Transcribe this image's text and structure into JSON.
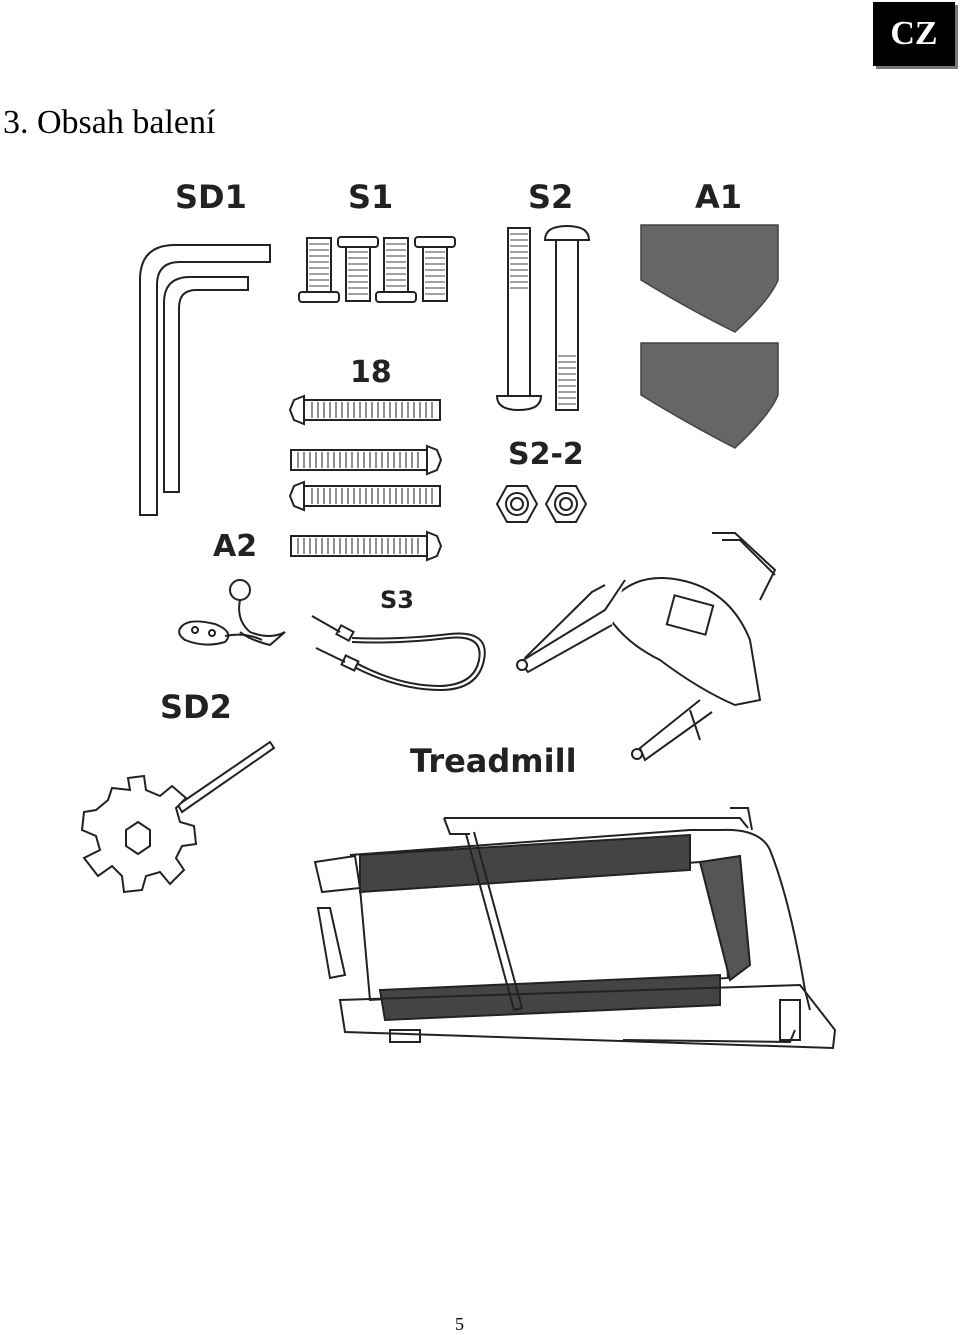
{
  "header": {
    "lang_badge": "CZ"
  },
  "page": {
    "title": "3. Obsah balení",
    "number": "5"
  },
  "parts": {
    "sd1": "SD1",
    "s1": "S1",
    "s2": "S2",
    "a1": "A1",
    "b18": "18",
    "s2_2": "S2-2",
    "a2": "A2",
    "s3": "S3",
    "sd2": "SD2",
    "treadmill": "Treadmill"
  },
  "colors": {
    "plate": "#666666",
    "ink": "#222222"
  }
}
